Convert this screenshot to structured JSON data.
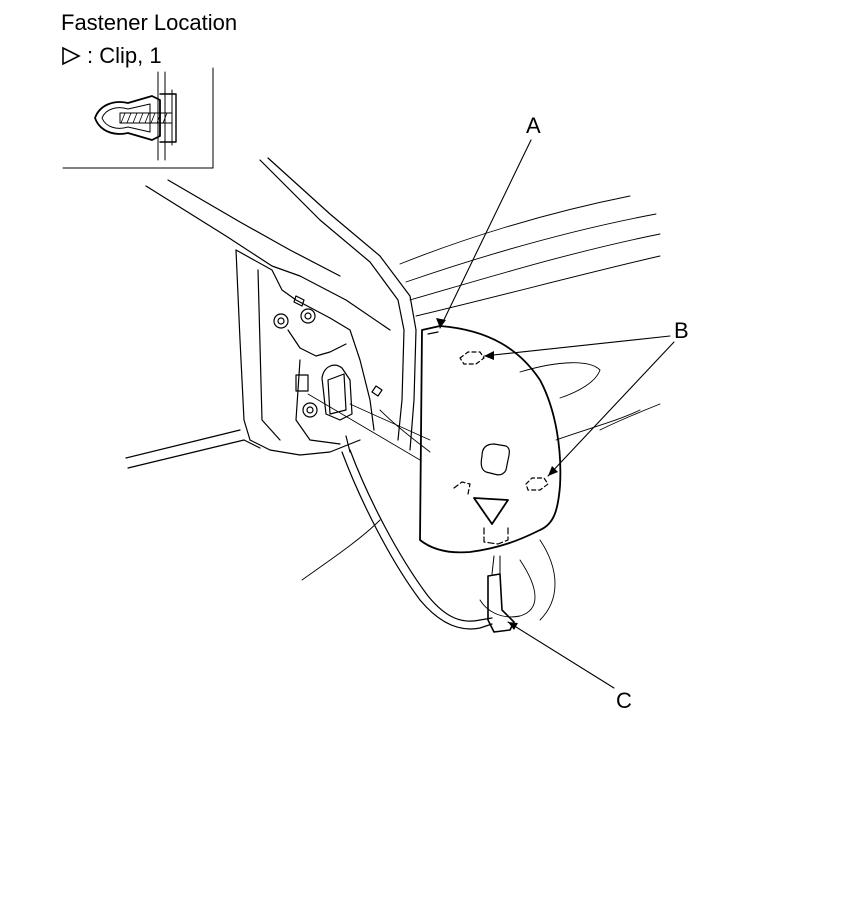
{
  "header": {
    "title": "Fastener Location",
    "legend_symbol": "triangle-outline-icon",
    "legend_text": ": Clip, 1"
  },
  "callouts": {
    "a": "A",
    "b": "B",
    "c": "C"
  }
}
